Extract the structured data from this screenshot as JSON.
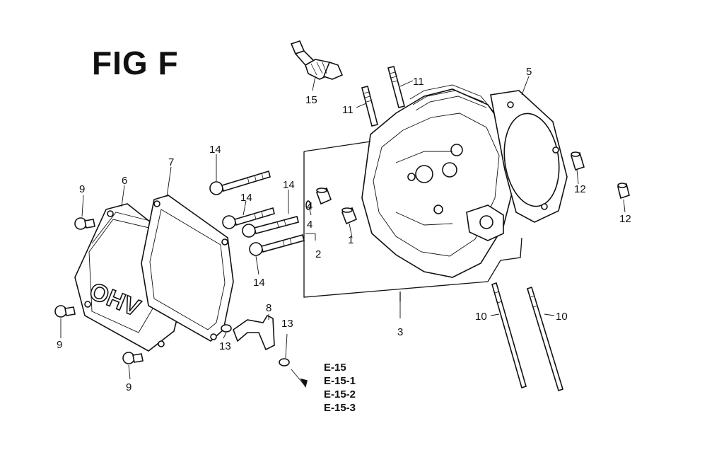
{
  "figure": {
    "title": "FIG F",
    "reference_list": [
      "E-15",
      "E-15-1",
      "E-15-2",
      "E-15-3"
    ]
  },
  "parts": {
    "head_cover": {
      "emblem": "OHV"
    }
  },
  "callouts": [
    {
      "id": "c1",
      "label": "1"
    },
    {
      "id": "c2",
      "label": "2"
    },
    {
      "id": "c3",
      "label": "3"
    },
    {
      "id": "c4a",
      "label": "4"
    },
    {
      "id": "c4b",
      "label": "4"
    },
    {
      "id": "c5",
      "label": "5"
    },
    {
      "id": "c6",
      "label": "6"
    },
    {
      "id": "c7",
      "label": "7"
    },
    {
      "id": "c8",
      "label": "8"
    },
    {
      "id": "c9a",
      "label": "9"
    },
    {
      "id": "c9b",
      "label": "9"
    },
    {
      "id": "c9c",
      "label": "9"
    },
    {
      "id": "c10a",
      "label": "10"
    },
    {
      "id": "c10b",
      "label": "10"
    },
    {
      "id": "c11a",
      "label": "11"
    },
    {
      "id": "c11b",
      "label": "11"
    },
    {
      "id": "c12a",
      "label": "12"
    },
    {
      "id": "c12b",
      "label": "12"
    },
    {
      "id": "c13a",
      "label": "13"
    },
    {
      "id": "c13b",
      "label": "13"
    },
    {
      "id": "c14a",
      "label": "14"
    },
    {
      "id": "c14b",
      "label": "14"
    },
    {
      "id": "c14c",
      "label": "14"
    },
    {
      "id": "c14d",
      "label": "14"
    },
    {
      "id": "c15",
      "label": "15"
    }
  ]
}
